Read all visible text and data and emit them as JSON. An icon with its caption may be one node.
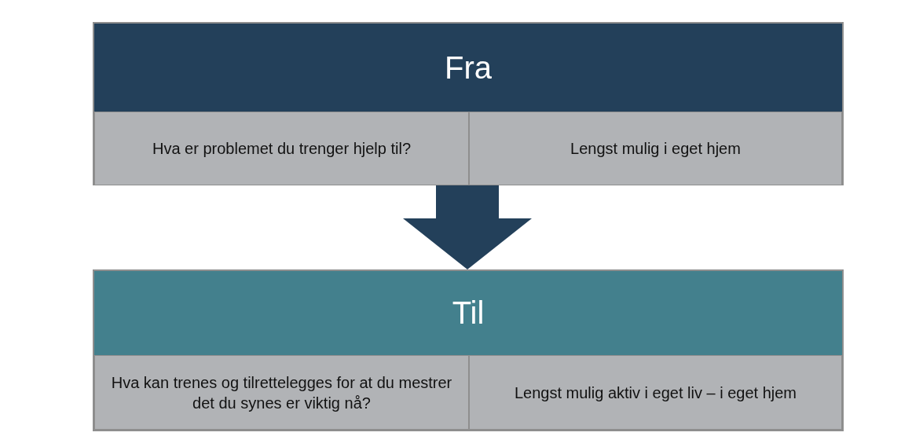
{
  "diagram": {
    "nodes": [
      {
        "text": [
          "Fra"
        ]
      },
      {
        "text": [
          "Hva er problemet du trenger hjelp til?"
        ],
        "in": 0
      },
      {
        "text": [
          "Lengst mulig i eget hjem"
        ],
        "in": 0
      },
      {
        "text": [
          "Til"
        ]
      },
      {
        "text": [
          "Hva kan trenes og tilrettelegges for at du mestrer det du synes er viktig nå?"
        ],
        "in": 3
      },
      {
        "text": [
          "Lengst  mulig aktiv i eget liv – i eget hjem"
        ],
        "in": 3
      }
    ],
    "edges": [
      {
        "from": 0,
        "to": 3,
        "arrow": "to"
      }
    ]
  }
}
